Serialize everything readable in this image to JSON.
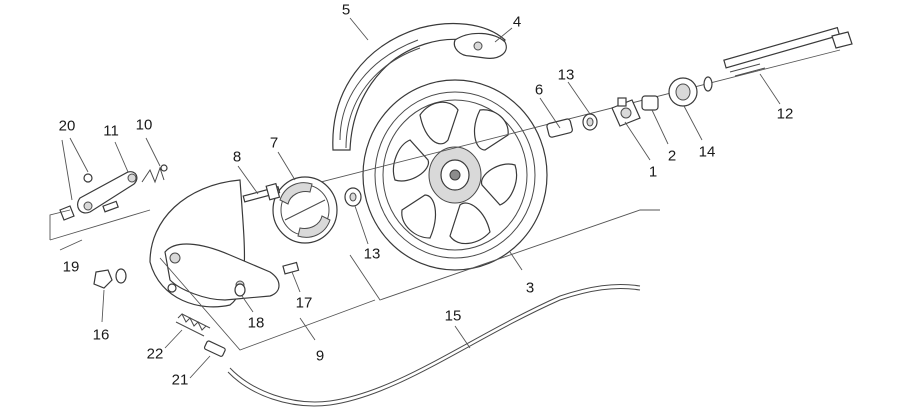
{
  "diagram": {
    "labels": {
      "p1": "1",
      "p2": "2",
      "p3": "3",
      "p4": "4",
      "p5": "5",
      "p6": "6",
      "p7": "7",
      "p8": "8",
      "p9": "9",
      "p10": "10",
      "p11": "11",
      "p12": "12",
      "p13a": "13",
      "p13b": "13",
      "p14": "14",
      "p15": "15",
      "p16": "16",
      "p17": "17",
      "p18": "18",
      "p19": "19",
      "p20": "20",
      "p21": "21",
      "p22": "22"
    },
    "colors": {
      "line": "#3a3a3a",
      "fill": "#ffffff",
      "shade": "#d9d9d9"
    }
  }
}
